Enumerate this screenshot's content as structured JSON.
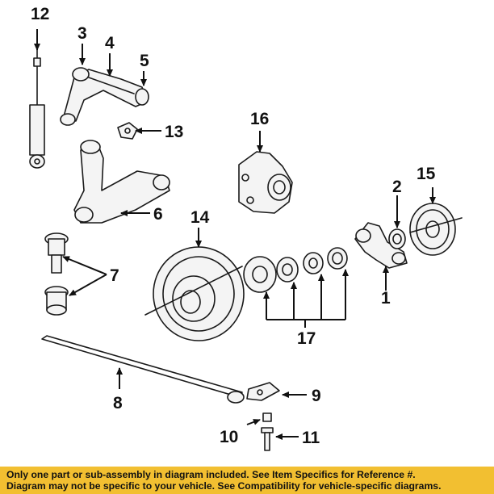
{
  "callouts": {
    "c1": "1",
    "c2": "2",
    "c3": "3",
    "c4": "4",
    "c5": "5",
    "c6": "6",
    "c7": "7",
    "c8": "8",
    "c9": "9",
    "c10": "10",
    "c11": "11",
    "c12": "12",
    "c13": "13",
    "c14": "14",
    "c15": "15",
    "c16": "16",
    "c17": "17"
  },
  "footer": {
    "line1": "Only one part or sub-assembly in diagram included. See Item Specifics for Reference #.",
    "line2": "Diagram may not be specific to your vehicle. See Compatibility for vehicle-specific diagrams."
  },
  "colors": {
    "footer_background": "#f2bf31",
    "line_art": "#1a1a1a",
    "page_background": "#ffffff"
  }
}
